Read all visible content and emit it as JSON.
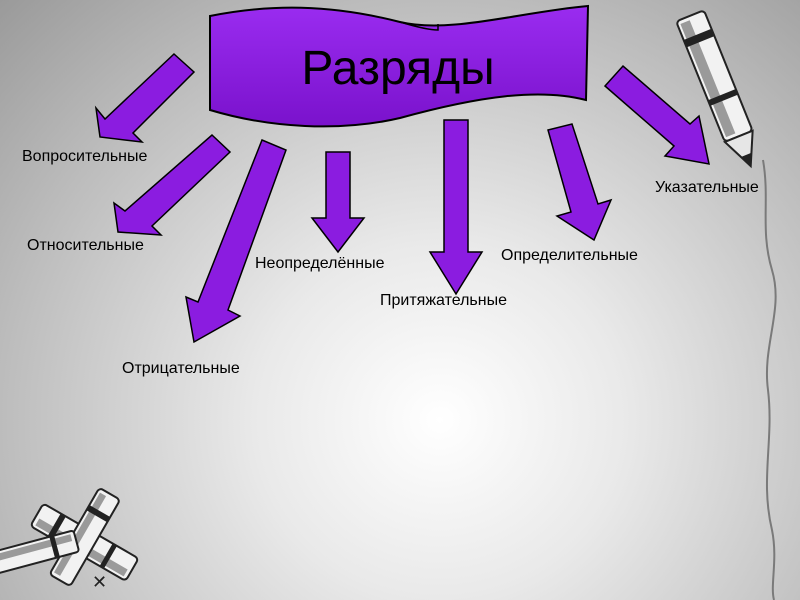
{
  "title": "Разряды",
  "categories": [
    "Вопросительные",
    "Относительные",
    "Отрицательные",
    "Неопределённые",
    "Притяжательные",
    "Определительные",
    "Указательные"
  ],
  "colors": {
    "arrow_fill": "#8B1CE0",
    "arrow_outline": "#000000",
    "banner_fill": "#8B1CE0",
    "title_text": "#000000"
  },
  "decorations": [
    "pencil-icon",
    "pencils-icon"
  ]
}
